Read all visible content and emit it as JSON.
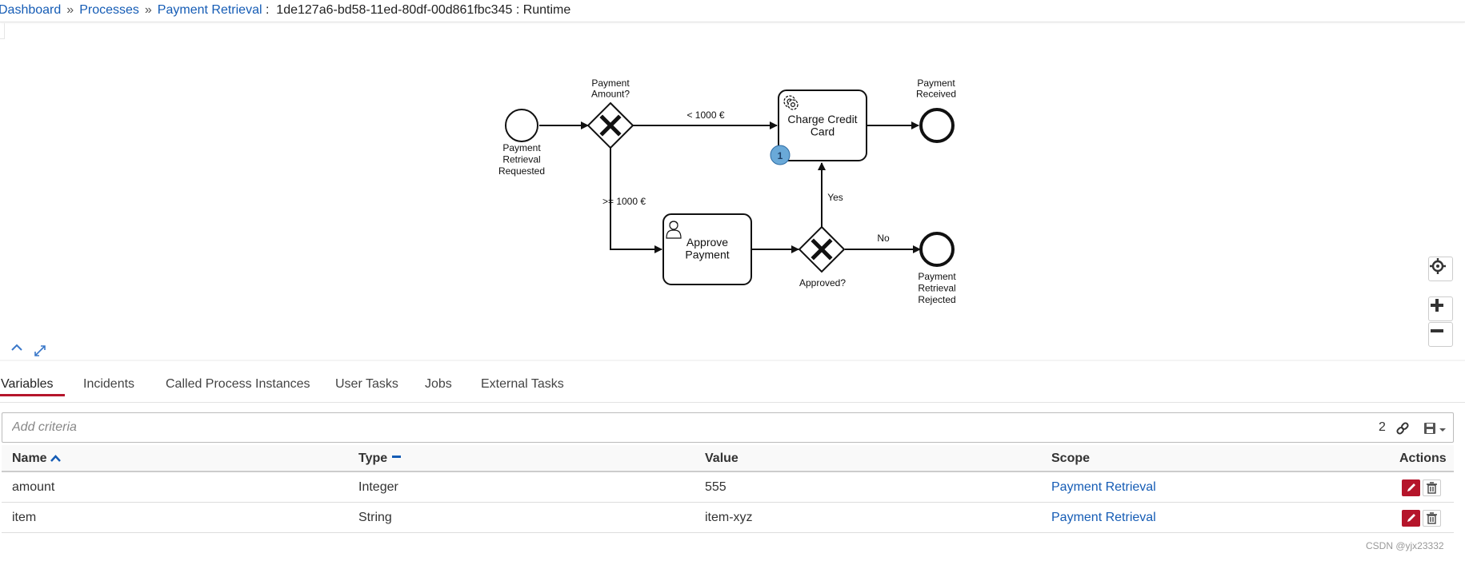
{
  "breadcrumb": {
    "items": [
      "Dashboard",
      "Processes",
      "Payment Retrieval"
    ],
    "separator": "»",
    "instance_id": "1de127a6-bd58-11ed-80df-00d861fbc345 : Runtime"
  },
  "diagram": {
    "start_event": "Payment Retrieval Requested",
    "gateway_amount": "Payment Amount?",
    "flow_lt": "< 1000 €",
    "flow_gte": ">= 1000 €",
    "task_charge": "Charge Credit Card",
    "task_charge_badge": "1",
    "end_received": "Payment Received",
    "task_approve": "Approve Payment",
    "gateway_approved": "Approved?",
    "flow_yes": "Yes",
    "flow_no": "No",
    "end_rejected": "Payment Retrieval Rejected"
  },
  "tabs": [
    "Variables",
    "Incidents",
    "Called Process Instances",
    "User Tasks",
    "Jobs",
    "External Tasks"
  ],
  "active_tab": "Variables",
  "search": {
    "placeholder": "Add criteria",
    "value": "",
    "count": "2"
  },
  "table": {
    "columns": [
      "Name",
      "Type",
      "Value",
      "Scope",
      "Actions"
    ],
    "rows": [
      {
        "name": "amount",
        "type": "Integer",
        "value": "555",
        "scope": "Payment Retrieval"
      },
      {
        "name": "item",
        "type": "String",
        "value": "item-xyz",
        "scope": "Payment Retrieval"
      }
    ]
  },
  "watermark": "CSDN @yjx23332",
  "colors": {
    "link": "#155cb5",
    "accent": "#b5152b",
    "badge": "#6aa9d8"
  }
}
